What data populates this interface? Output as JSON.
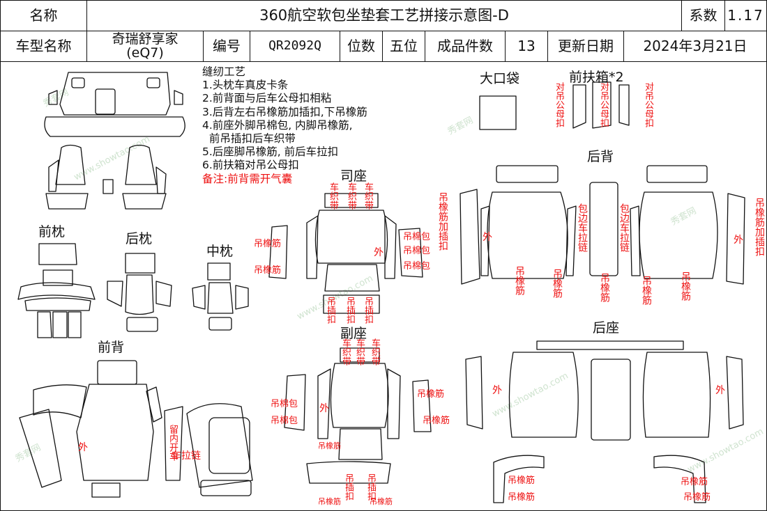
{
  "header": {
    "name_label": "名称",
    "title": "360航空软包坐垫套工艺拼接示意图-D",
    "coef_label": "系数",
    "coef_value": "1.17",
    "car_label": "车型名称",
    "car_name_line1": "奇瑞舒享家",
    "car_name_line2": "(eQ7)",
    "code_label": "编号",
    "code_value": "QR2092Q",
    "seats_label": "位数",
    "seats_value": "五位",
    "pieces_label": "成品件数",
    "pieces_value": "13",
    "date_label": "更新日期",
    "date_value": "2024年3月21日"
  },
  "notes": {
    "title": "缝纫工艺",
    "lines": [
      "1.头枕车真皮卡条",
      "2.前背面与后车公母扣相粘",
      "3.后背左右吊橡筋加插扣,下吊橡筋",
      "4.前座外脚吊棉包, 内脚吊橡筋,",
      "  前吊插扣后车织带",
      "5.后座脚吊橡筋, 前后车拉扣",
      "6.前扶箱对吊公母扣"
    ],
    "remark": "备注:前背需开气囊"
  },
  "sections": {
    "front_headrest": "前枕",
    "rear_headrest": "后枕",
    "middle_headrest": "中枕",
    "front_back": "前背",
    "driver_seat": "司座",
    "passenger_seat": "副座",
    "big_pocket": "大口袋",
    "front_armrest": "前扶箱*2",
    "rear_back": "后背",
    "rear_seat": "后座"
  },
  "labels": {
    "tie_band": "车织带",
    "hang_elastic": "吊橡筋",
    "hang_cotton": "吊棉包",
    "hang_clip": "吊插扣",
    "outer": "外",
    "hang_snap": "对吊公母扣",
    "elastic_clip": "吊橡筋加插扣",
    "edge_zip": "包边车拉链",
    "open_inner": "留内开车",
    "zipper": "车拉链"
  },
  "watermark": {
    "text1": "秀套网",
    "text2": "www.showtao.com"
  },
  "colors": {
    "line": "#111111",
    "red": "#e11111",
    "watermark": "#cfe3cf"
  }
}
